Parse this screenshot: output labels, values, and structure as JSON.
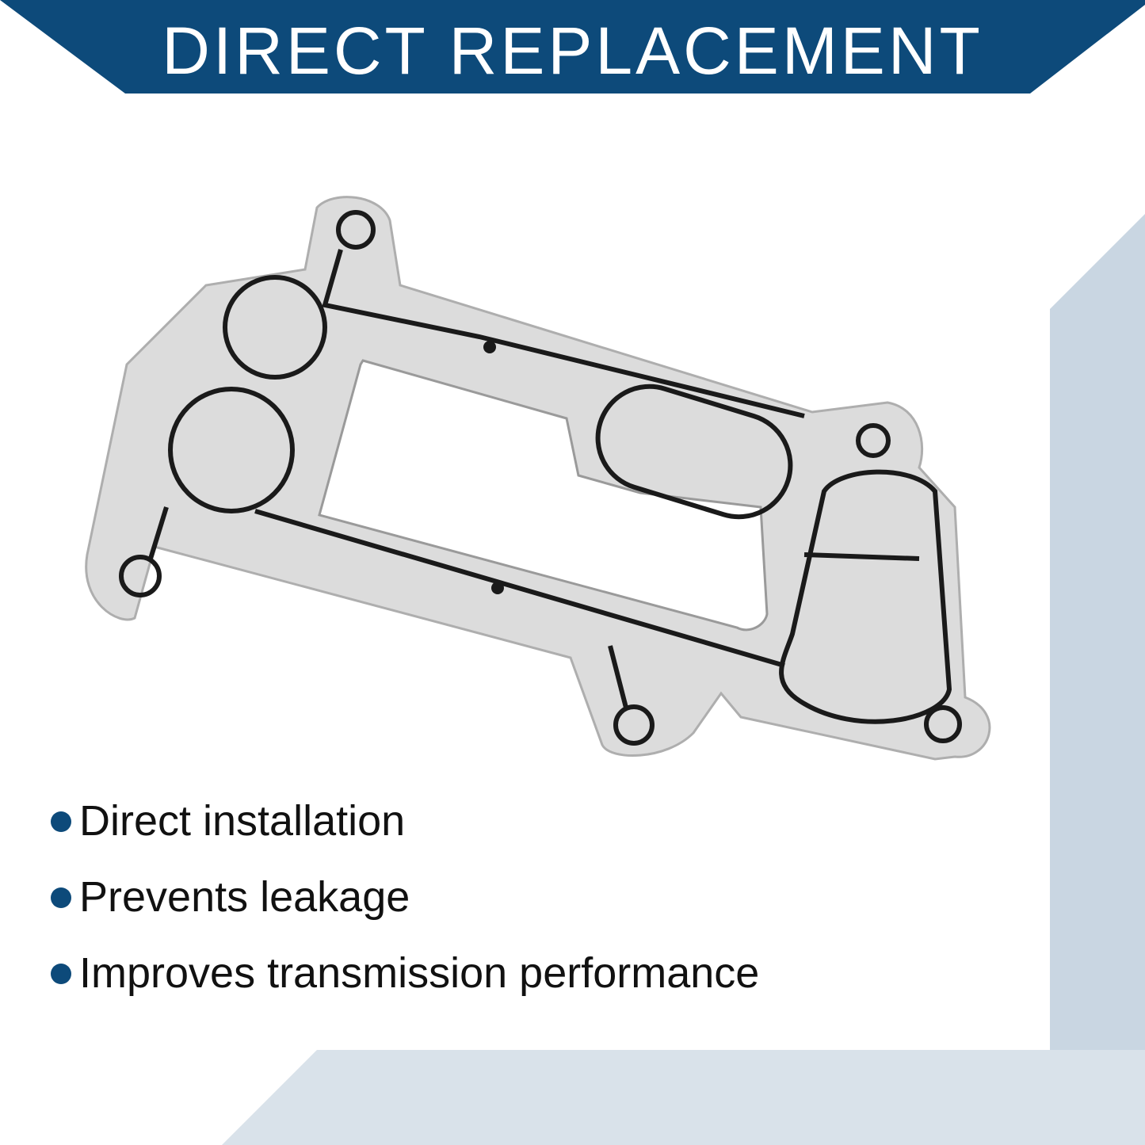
{
  "banner": {
    "title": "DIRECT REPLACEMENT"
  },
  "product": {
    "icon": "gasket-illustration"
  },
  "features": [
    {
      "text": "Direct installation"
    },
    {
      "text": "Prevents leakage"
    },
    {
      "text": "Improves transmission performance"
    }
  ],
  "colors": {
    "banner": "#0d4a7a",
    "bullet": "#0d4a7a",
    "accent_light": "#c9d6e2",
    "panel": "#ffffff",
    "text": "#111111"
  }
}
